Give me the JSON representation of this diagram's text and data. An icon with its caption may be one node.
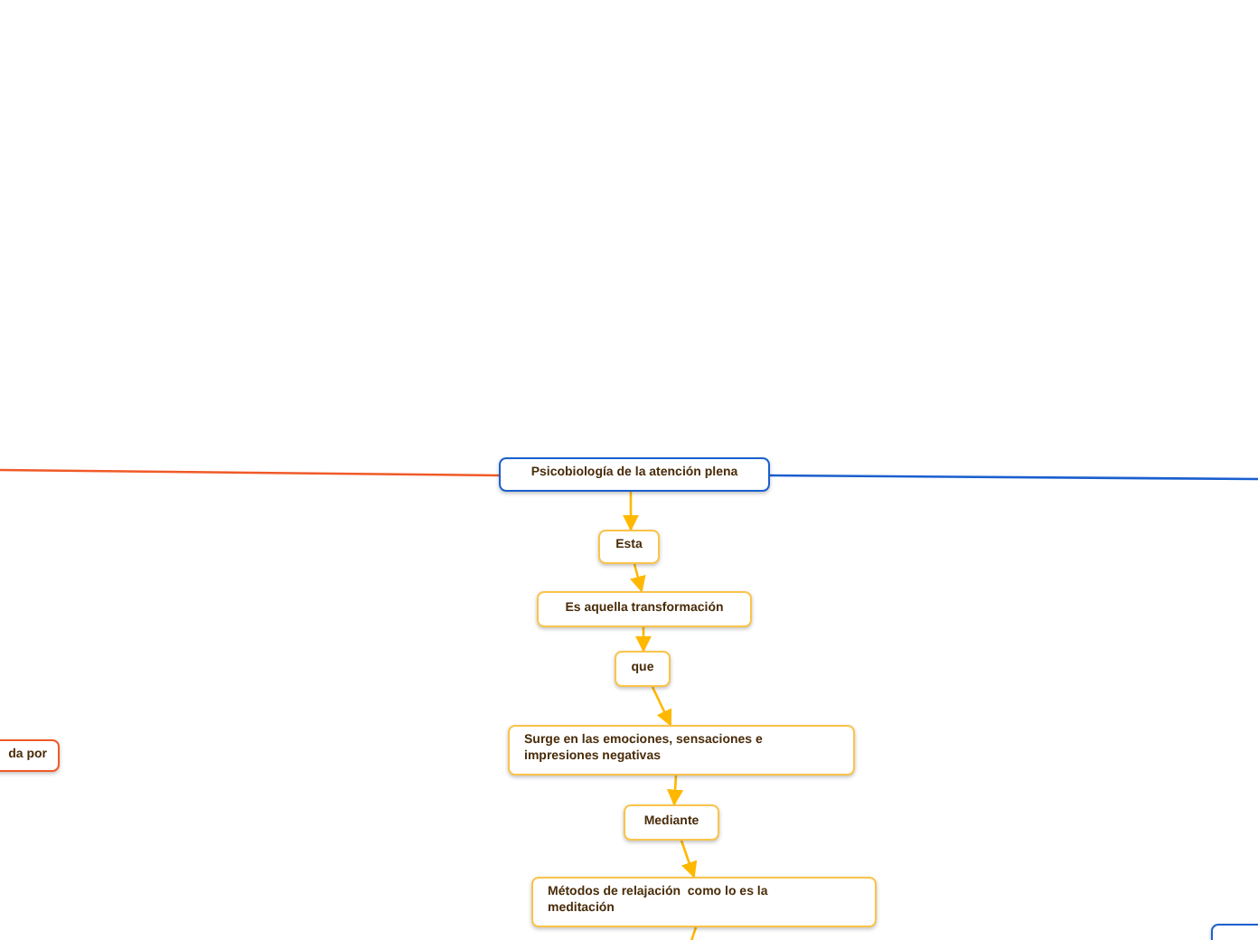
{
  "diagram": {
    "nodes": [
      {
        "text": [
          "Psicobiología de la atención plena"
        ]
      },
      {
        "text": [
          "Esta"
        ]
      },
      {
        "text": [
          "Es aquella transformación"
        ]
      },
      {
        "text": [
          "que"
        ]
      },
      {
        "text": [
          "Surge en las emociones, sensaciones e impresiones negativas"
        ]
      },
      {
        "text": [
          "Mediante"
        ]
      },
      {
        "text": [
          "Métodos de relajación  como lo es la meditación"
        ]
      },
      {
        "text": [
          "da por"
        ]
      },
      {
        "text": [],
        "shape": "box"
      }
    ],
    "edges": [
      {
        "from": 0,
        "to": 1,
        "arrow": "to"
      },
      {
        "from": 1,
        "to": 2,
        "arrow": "to"
      },
      {
        "from": 2,
        "to": 3,
        "arrow": "to"
      },
      {
        "from": 3,
        "to": 4,
        "arrow": "to"
      },
      {
        "from": 4,
        "to": 5,
        "arrow": "to"
      },
      {
        "from": 5,
        "to": 6,
        "arrow": "to"
      },
      {
        "from": 6,
        "to": null,
        "arrow": "none"
      },
      {
        "from": 0,
        "to": null,
        "arrow": "none",
        "color": "#f05a28"
      },
      {
        "from": 0,
        "to": null,
        "arrow": "none",
        "color": "#1a5fcf"
      }
    ]
  }
}
